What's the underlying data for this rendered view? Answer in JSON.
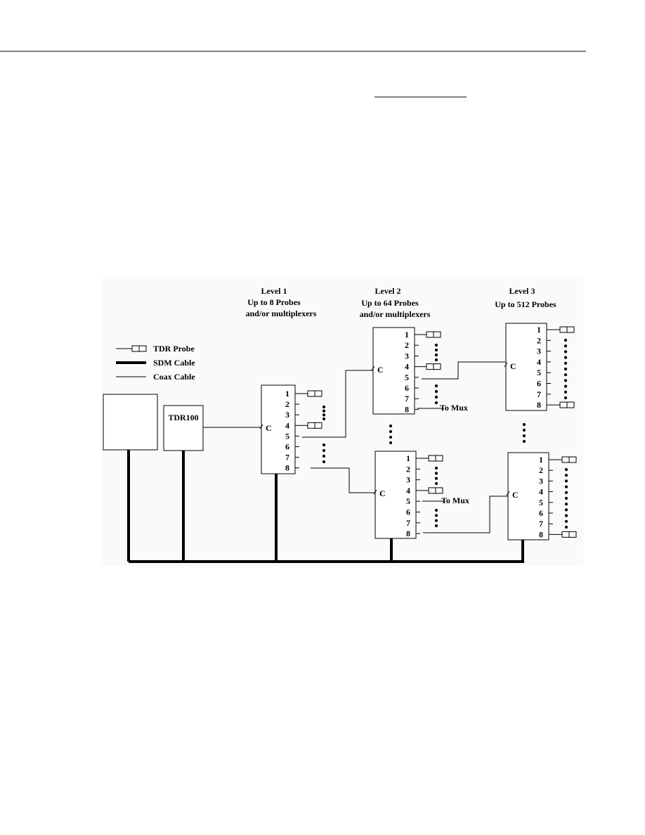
{
  "header": {
    "rule": true
  },
  "diagram": {
    "levels": [
      {
        "title": "Level 1",
        "line2": "Up to 8 Probes",
        "line3": "and/or multiplexers"
      },
      {
        "title": "Level 2",
        "line2": "Up to 64 Probes",
        "line3": "and/or multiplexers"
      },
      {
        "title": "Level 3",
        "line2": "Up to 512 Probes",
        "line3": ""
      }
    ],
    "legend": {
      "probe": "TDR Probe",
      "sdm": "SDM Cable",
      "coax": "Coax Cable"
    },
    "tdr100_label": "TDR100",
    "common_label": "C",
    "channel_labels": [
      "1",
      "2",
      "3",
      "4",
      "5",
      "6",
      "7",
      "8"
    ],
    "to_mux_label": "To Mux"
  }
}
